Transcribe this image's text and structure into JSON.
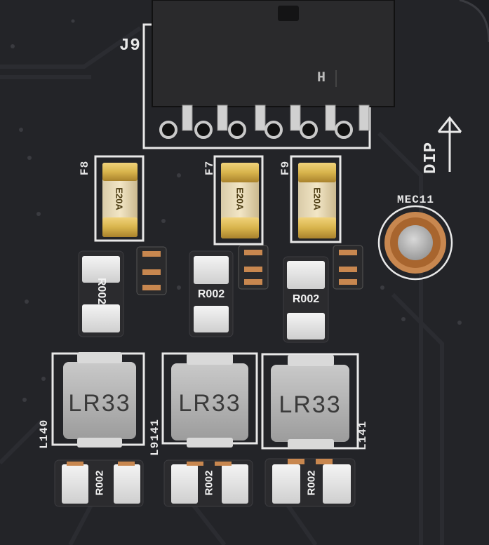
{
  "connector": {
    "label": "J9",
    "key_mark": "H"
  },
  "fuses": [
    {
      "ref": "F8",
      "marking": "E20A"
    },
    {
      "ref": "F7",
      "marking": "E20A"
    },
    {
      "ref": "F9",
      "marking": "E20A"
    }
  ],
  "shunts": [
    {
      "marking": "R002"
    },
    {
      "marking": "R002"
    },
    {
      "marking": "R002"
    }
  ],
  "inductors": [
    {
      "ref": "L140",
      "marking": "LR33"
    },
    {
      "ref": "L9141",
      "marking": "LR33"
    },
    {
      "ref": "L141",
      "marking": "LR33"
    }
  ],
  "bottom_shunts": [
    {
      "marking": "R002"
    },
    {
      "marking": "R002"
    },
    {
      "marking": "R002"
    }
  ],
  "dip_label": "DIP",
  "mounting_hole": {
    "label": "MEC11"
  },
  "colors": {
    "pcb": "#222327",
    "silkscreen": "#e8e8e8",
    "copper": "#c8874f",
    "gold": "#d8b44c"
  }
}
